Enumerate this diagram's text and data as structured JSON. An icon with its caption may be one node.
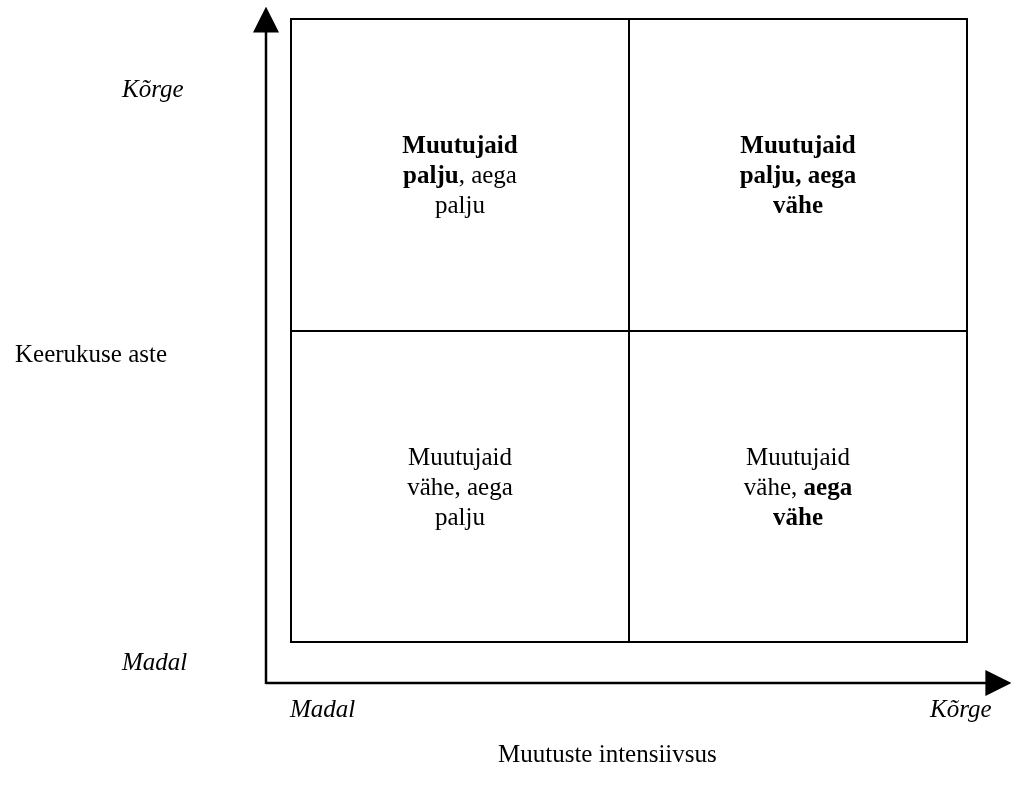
{
  "diagram": {
    "nodes": [
      {
        "text": [
          "**Muutujaid palju**, aega palju"
        ]
      },
      {
        "text": [
          "Muutujaid palju, aega vähe"
        ]
      },
      {
        "text": [
          "Muutujaid vähe, aega palju"
        ]
      },
      {
        "text": [
          "Muutujaid vähe, **aega vähe**"
        ]
      }
    ],
    "labels": [
      "Kõrge",
      "Keerukuse aste",
      "Madal",
      "Madal",
      "Kõrge",
      "Muutuste intensiivsus"
    ]
  }
}
